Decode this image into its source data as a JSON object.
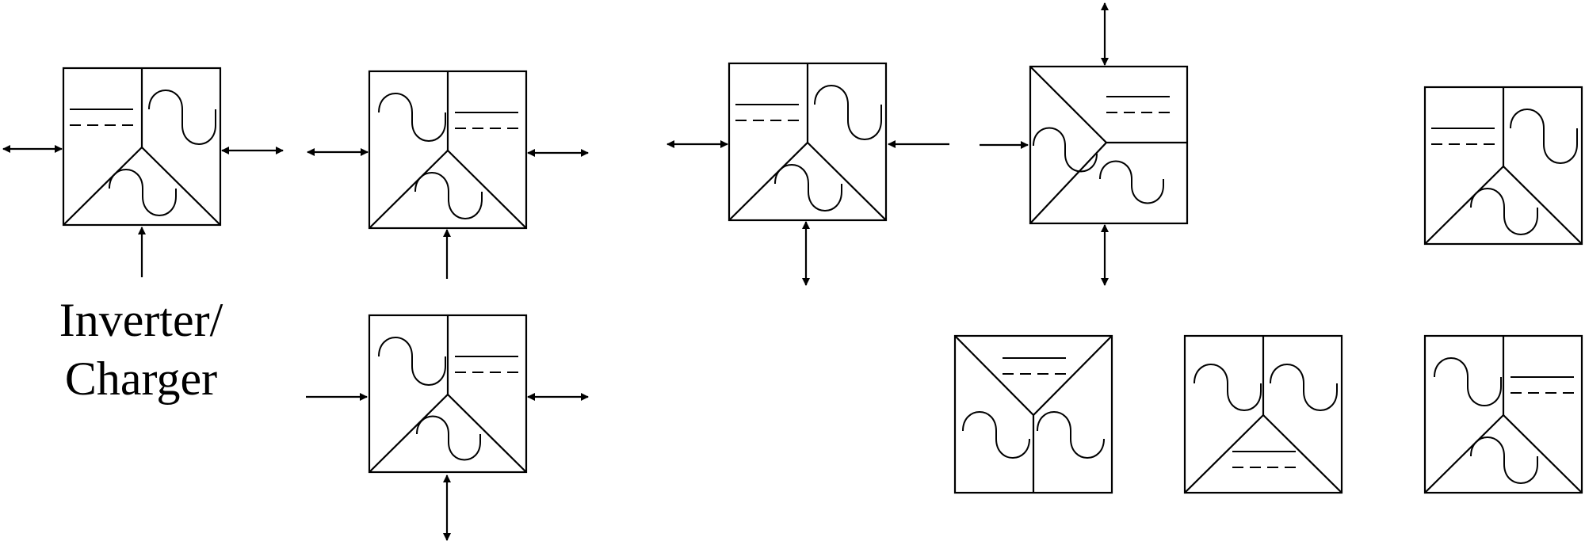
{
  "label": {
    "line1": "Inverter/",
    "line2": "Charger"
  },
  "colors": {
    "stroke": "#000000",
    "background": "#ffffff"
  },
  "blocks": [
    {
      "name": "block-1",
      "variant": "A",
      "ports": [
        "bi-left",
        "bi-right",
        "in-bottom"
      ]
    },
    {
      "name": "block-2",
      "variant": "B",
      "ports": [
        "bi-left",
        "bi-right",
        "in-bottom"
      ]
    },
    {
      "name": "block-3",
      "variant": "B",
      "ports": [
        "in-left",
        "bi-right",
        "bi-bottom"
      ]
    },
    {
      "name": "block-4",
      "variant": "A",
      "ports": [
        "bi-left",
        "in-right-reversed",
        "bi-bottom"
      ]
    },
    {
      "name": "block-5",
      "variant": "C",
      "ports": [
        "in-left",
        "bi-top",
        "bi-bottom"
      ]
    },
    {
      "name": "block-6",
      "variant": "A",
      "ports": []
    },
    {
      "name": "block-7",
      "variant": "D",
      "ports": []
    },
    {
      "name": "block-8",
      "variant": "E",
      "ports": []
    },
    {
      "name": "block-9",
      "variant": "B",
      "ports": []
    }
  ]
}
